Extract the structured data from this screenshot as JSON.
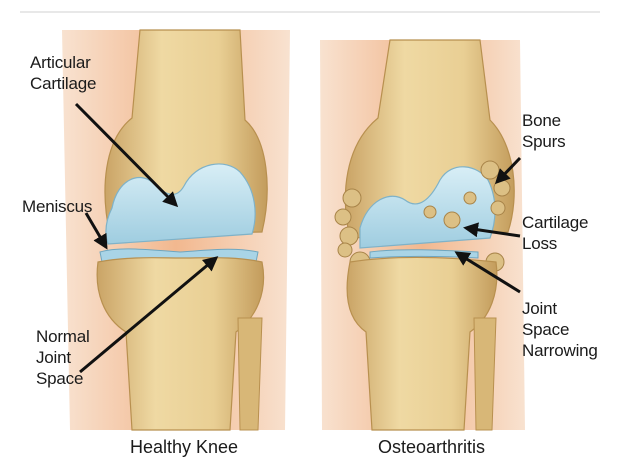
{
  "panels": {
    "left": {
      "caption": "Healthy Knee"
    },
    "right": {
      "caption": "Osteoarthritis"
    }
  },
  "labels": {
    "articular_cartilage": [
      "Articular",
      "Cartilage"
    ],
    "meniscus": "Meniscus",
    "normal_joint_space": [
      "Normal",
      "Joint",
      "Space"
    ],
    "bone_spurs": [
      "Bone",
      "Spurs"
    ],
    "cartilage_loss": [
      "Cartilage",
      "Loss"
    ],
    "joint_space_narrowing": [
      "Joint",
      "Space",
      "Narrowing"
    ]
  },
  "colors": {
    "skin": "#f3c09a",
    "bone": "#e7cc91",
    "bone_shade": "#c9a15f",
    "cartilage": "#bfe0ec",
    "arrow": "#111111"
  }
}
